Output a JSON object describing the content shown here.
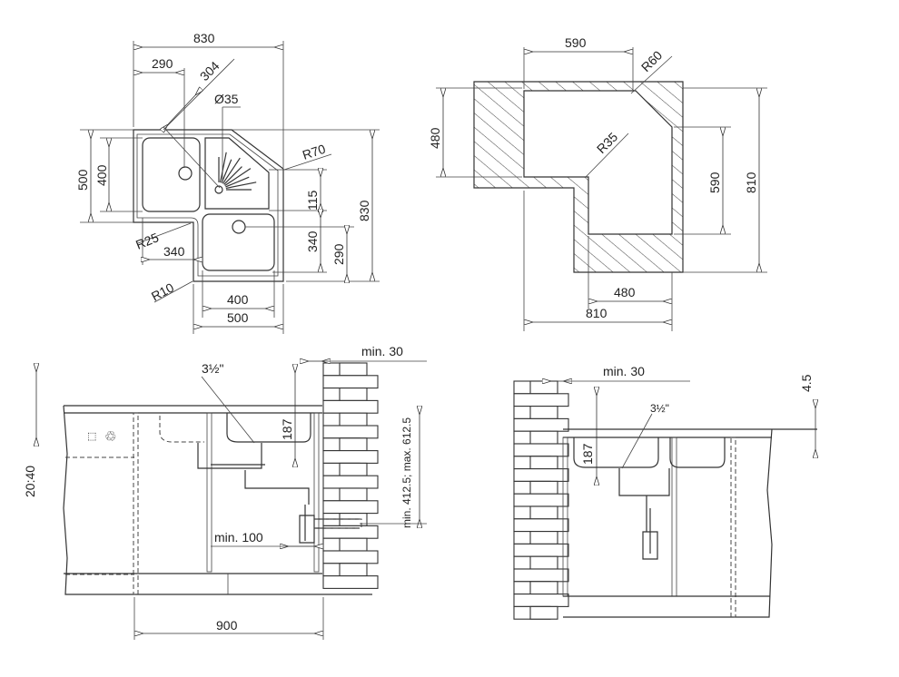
{
  "plan_view": {
    "overall_width": "830",
    "left_bowl_center": "290",
    "diagonal": "304",
    "drain_diameter": "Ø35",
    "outer_depth": "500",
    "bowl_depth": "400",
    "corner_radius": "R70",
    "drainer_offset": "115",
    "overall_height": "830",
    "bottom_bowl_depth": "340",
    "bottom_bowl_center": "290",
    "inner_radius": "R25",
    "left_bowl_width": "340",
    "outer_radius": "R10",
    "bottom_bowl_width": "400",
    "bottom_outer_width": "500"
  },
  "cutout_view": {
    "top_width": "590",
    "corner_radius": "R60",
    "left_depth": "480",
    "inner_radius": "R35",
    "right_inner": "590",
    "right_overall": "810",
    "bottom_inner": "480",
    "bottom_overall": "810"
  },
  "section_left": {
    "wall_gap": "min. 30",
    "waste_size": "3½\"",
    "bowl_depth": "187",
    "worktop_thickness": "20:40",
    "outlet_height": "min. 412.5; max. 612.5",
    "trap_clearance": "min. 100",
    "cabinet_width": "900"
  },
  "section_right": {
    "wall_gap": "min. 30",
    "rim_height": "4.5",
    "waste_size": "3½\"",
    "bowl_depth": "187"
  }
}
